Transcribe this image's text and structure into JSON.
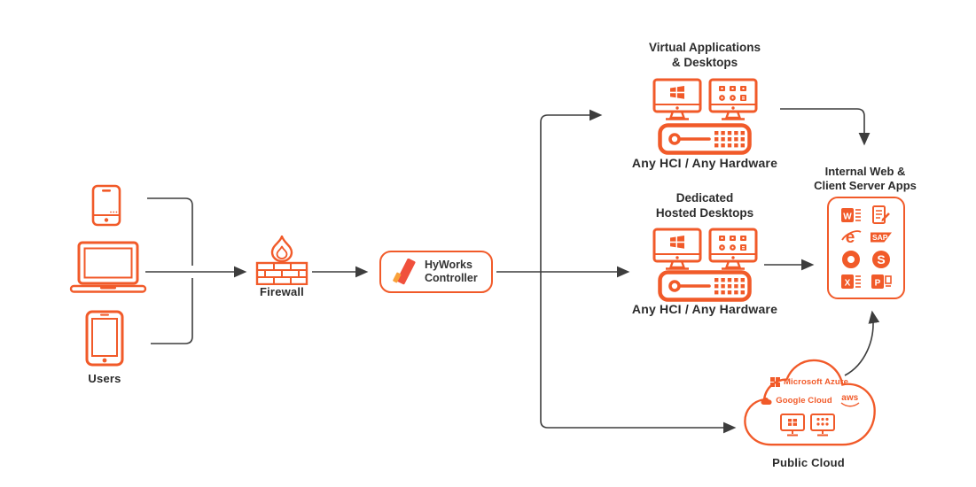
{
  "colors": {
    "accent": "#F15A29",
    "connector": "#3d3d3d",
    "text": "#2b2b2b",
    "logo_primary": "#F0503C",
    "logo_secondary": "#F9A13A"
  },
  "users": {
    "label": "Users",
    "devices": [
      "smartphone",
      "laptop",
      "tablet"
    ]
  },
  "firewall": {
    "label": "Firewall"
  },
  "controller": {
    "name_line1": "HyWorks",
    "name_line2": "Controller"
  },
  "virtual_group": {
    "title_line1": "Virtual Applications",
    "title_line2": "& Desktops",
    "caption": "Any HCI / Any Hardware",
    "icons": [
      "monitor-windows",
      "monitor-apps",
      "server-appliance"
    ]
  },
  "dedicated_group": {
    "title_line1": "Dedicated",
    "title_line2": "Hosted Desktops",
    "caption": "Any HCI / Any Hardware",
    "icons": [
      "monitor-windows",
      "monitor-apps",
      "server-appliance"
    ]
  },
  "internal_apps": {
    "title_line1": "Internal Web &",
    "title_line2": "Client Server Apps",
    "icons": [
      {
        "name": "word",
        "glyph": "W"
      },
      {
        "name": "document-edit",
        "glyph": ""
      },
      {
        "name": "internet-explorer",
        "glyph": "e"
      },
      {
        "name": "sap",
        "glyph": "SAP"
      },
      {
        "name": "ring",
        "glyph": ""
      },
      {
        "name": "skype",
        "glyph": "S"
      },
      {
        "name": "excel",
        "glyph": "X"
      },
      {
        "name": "powerpoint",
        "glyph": "P"
      }
    ]
  },
  "public_cloud": {
    "label": "Public Cloud",
    "providers": [
      {
        "name": "Microsoft Azure"
      },
      {
        "name": "Google Cloud"
      },
      {
        "name": "aws"
      }
    ],
    "icons": [
      "monitor-windows-mini",
      "monitor-apps-mini"
    ]
  }
}
